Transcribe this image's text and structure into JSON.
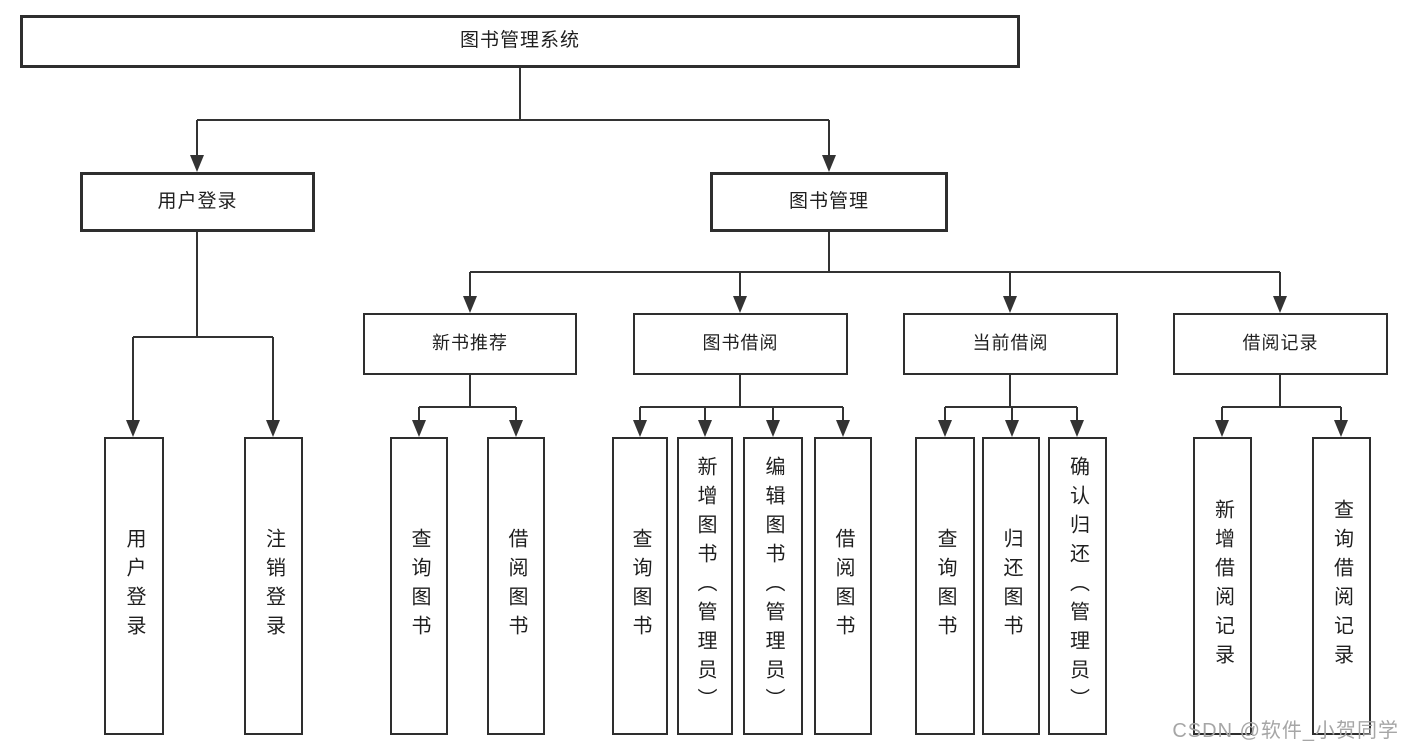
{
  "tree": {
    "label": "图书管理系统",
    "children": [
      {
        "label": "用户登录",
        "children": [
          {
            "label": "用户登录"
          },
          {
            "label": "注销登录"
          }
        ]
      },
      {
        "label": "图书管理",
        "children": [
          {
            "label": "新书推荐",
            "children": [
              {
                "label": "查询图书"
              },
              {
                "label": "借阅图书"
              }
            ]
          },
          {
            "label": "图书借阅",
            "children": [
              {
                "label": "查询图书"
              },
              {
                "label": "新增图书（管理员）"
              },
              {
                "label": "编辑图书（管理员）"
              },
              {
                "label": "借阅图书"
              }
            ]
          },
          {
            "label": "当前借阅",
            "children": [
              {
                "label": "查询图书"
              },
              {
                "label": "归还图书"
              },
              {
                "label": "确认归还（管理员）"
              }
            ]
          },
          {
            "label": "借阅记录",
            "children": [
              {
                "label": "新增借阅记录"
              },
              {
                "label": "查询借阅记录"
              }
            ]
          }
        ]
      }
    ]
  },
  "watermark": "CSDN @软件_小贺同学",
  "colors": {
    "line": "#333333",
    "border": "#2e2e2e",
    "text": "#1f1f1f",
    "watermark": "#a6a6a6",
    "background": "#ffffff"
  }
}
